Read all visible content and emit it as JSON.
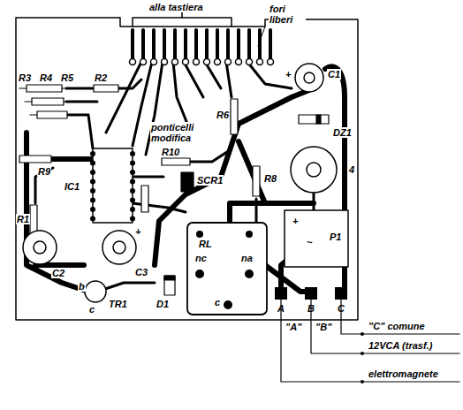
{
  "diagram": {
    "labels": [
      "alla tastiera",
      "fori liberi",
      "R3",
      "R4",
      "R5",
      "R2",
      "ponticelli modifica",
      "R6",
      "+",
      "C1",
      "DZ1",
      "R9",
      "IC1",
      "R10",
      "SCR1",
      "R8",
      "4",
      "R1",
      "RL",
      "nc",
      "na",
      "+",
      "~",
      "P1",
      "C2",
      "C3",
      "+",
      "b",
      "c",
      "TR1",
      "D1",
      "c",
      "A",
      "B",
      "C",
      "\"A\"",
      "\"B\"",
      "\"C\" comune",
      "12VCA (trasf.)",
      "elettromagnete"
    ]
  }
}
